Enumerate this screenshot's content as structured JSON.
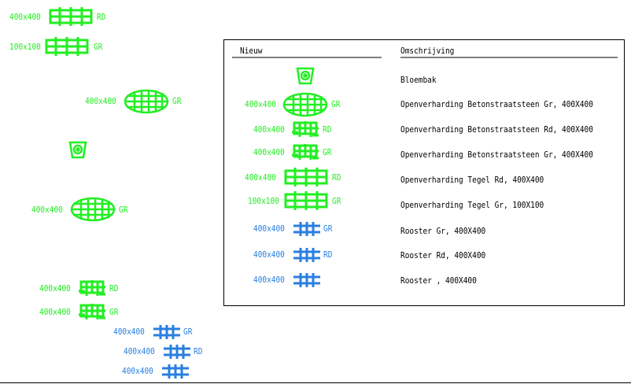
{
  "colors": {
    "green": "#22ee22",
    "blue": "#2a7fdf",
    "black": "#000000"
  },
  "loose_symbols": [
    {
      "size": "400x400",
      "code": "RD",
      "symbol": "tegel-icon",
      "color": "green"
    },
    {
      "size": "100x100",
      "code": "GR",
      "symbol": "tegel-icon",
      "color": "green"
    },
    {
      "size": "400x400",
      "code": "GR",
      "symbol": "betonstraatsteen-gr-icon",
      "color": "green"
    },
    {
      "size": "",
      "code": "",
      "symbol": "bloembak-icon",
      "color": "green"
    },
    {
      "size": "400x400",
      "code": "GR",
      "symbol": "betonstraatsteen-gr-icon",
      "color": "green"
    },
    {
      "size": "400x400",
      "code": "RD",
      "symbol": "betonstraatsteen-rd-icon",
      "color": "green"
    },
    {
      "size": "400x400",
      "code": "GR",
      "symbol": "betonstraatsteen-rd-icon",
      "color": "green"
    },
    {
      "size": "400x400",
      "code": "GR",
      "symbol": "rooster-icon",
      "color": "blue"
    },
    {
      "size": "400x400",
      "code": "RD",
      "symbol": "rooster-icon",
      "color": "blue"
    },
    {
      "size": "400x400",
      "code": "",
      "symbol": "rooster-icon",
      "color": "blue"
    }
  ],
  "legend": {
    "header_new": "Nieuw",
    "header_description": "Omschrijving",
    "rows": [
      {
        "size": "",
        "code": "",
        "symbol": "bloembak-icon",
        "color": "green",
        "description": "Bloembak"
      },
      {
        "size": "400x400",
        "code": "GR",
        "symbol": "betonstraatsteen-gr-icon",
        "color": "green",
        "description": "Openverharding Betonstraatsteen Gr, 400X400"
      },
      {
        "size": "400x400",
        "code": "RD",
        "symbol": "betonstraatsteen-rd-icon",
        "color": "green",
        "description": "Openverharding Betonstraatsteen Rd, 400X400"
      },
      {
        "size": "400x400",
        "code": "GR",
        "symbol": "betonstraatsteen-rd-icon",
        "color": "green",
        "description": "Openverharding Betonstraatsteen Gr, 400X400"
      },
      {
        "size": "400x400",
        "code": "RD",
        "symbol": "tegel-icon",
        "color": "green",
        "description": "Openverharding Tegel Rd, 400X400"
      },
      {
        "size": "100x100",
        "code": "GR",
        "symbol": "tegel-icon",
        "color": "green",
        "description": "Openverharding Tegel Gr, 100X100"
      },
      {
        "size": "400x400",
        "code": "GR",
        "symbol": "rooster-icon",
        "color": "blue",
        "description": "Rooster Gr, 400X400"
      },
      {
        "size": "400x400",
        "code": "RD",
        "symbol": "rooster-icon",
        "color": "blue",
        "description": "Rooster Rd, 400X400"
      },
      {
        "size": "400x400",
        "code": "",
        "symbol": "rooster-icon",
        "color": "blue",
        "description": "Rooster , 400X400"
      }
    ]
  }
}
